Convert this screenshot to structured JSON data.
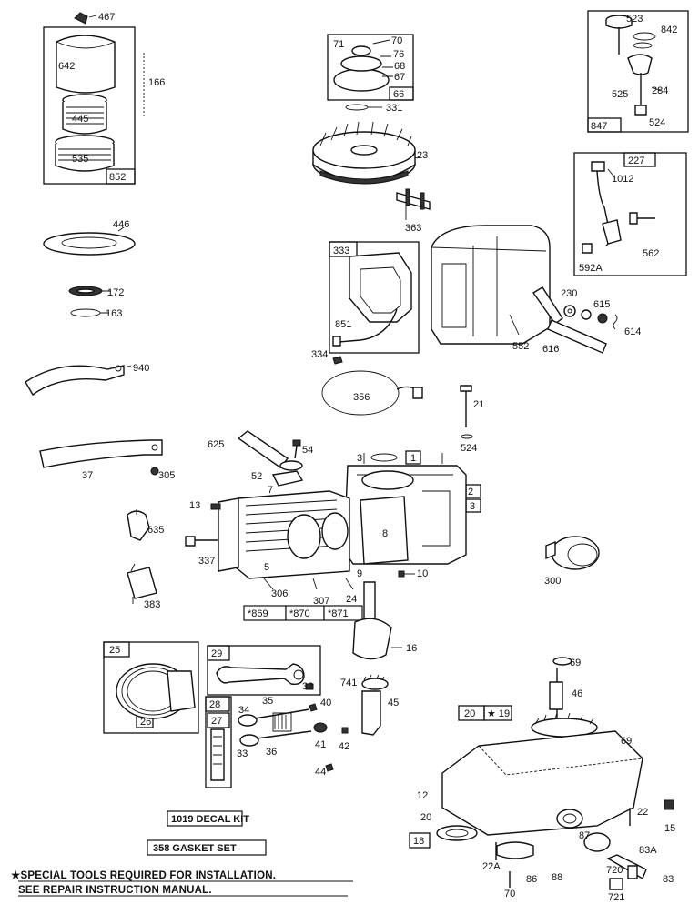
{
  "labels": {
    "p467": "467",
    "p642": "642",
    "p445": "445",
    "p535": "535",
    "p852": "852",
    "p166": "166",
    "p71": "71",
    "p70": "70",
    "p76": "76",
    "p68": "68",
    "p67": "67",
    "p66": "66",
    "p331": "331",
    "p23": "23",
    "p523": "523",
    "p842": "842",
    "p525": "525",
    "p284": "284",
    "p847": "847",
    "p524a": "524",
    "p227": "227",
    "p1012": "1012",
    "p562": "562",
    "p592a": "592A",
    "p446": "446",
    "p172": "172",
    "p163": "163",
    "p363": "363",
    "p333": "333",
    "p851": "851",
    "p552": "552",
    "p230": "230",
    "p615": "615",
    "p614": "614",
    "p616": "616",
    "p940": "940",
    "p334": "334",
    "p356": "356",
    "p21": "21",
    "p524b": "524",
    "p625": "625",
    "p54": "54",
    "p52": "52",
    "p7": "7",
    "p3a": "3",
    "p1": "1",
    "p2": "2",
    "p3b": "3",
    "p37": "37",
    "p305": "305",
    "p13": "13",
    "p635": "635",
    "p8": "8",
    "p337": "337",
    "p5": "5",
    "p9": "9",
    "p10": "10",
    "p300": "300",
    "p383": "383",
    "p306": "306",
    "p307": "307",
    "p24": "24",
    "p869": "*869",
    "p870": "*870",
    "p871": "*871",
    "p25": "25",
    "p26": "26",
    "p29": "29",
    "p32": "32",
    "p40": "40",
    "p35": "35",
    "p34": "34",
    "p28": "28",
    "p27": "27",
    "p33": "33",
    "p36": "36",
    "p41": "41",
    "p42": "42",
    "p44": "44",
    "p16": "16",
    "p741": "741",
    "p45": "45",
    "p69a": "69",
    "p46": "46",
    "p20a": "20",
    "p19": "★ 19",
    "p69b": "69",
    "p12": "12",
    "p20b": "20",
    "p18": "18",
    "p22a": "22",
    "p15": "15",
    "p87": "87",
    "p22b": "22A",
    "p70b": "70",
    "p86": "86",
    "p88": "88",
    "p720": "720",
    "p83a": "83A",
    "p83": "83",
    "p721": "721"
  },
  "kits": {
    "decal": "1019 DECAL KIT",
    "gasket": "358 GASKET SET"
  },
  "notes": {
    "line1": "★SPECIAL TOOLS REQUIRED FOR INSTALLATION.",
    "line2": "SEE REPAIR INSTRUCTION MANUAL."
  }
}
